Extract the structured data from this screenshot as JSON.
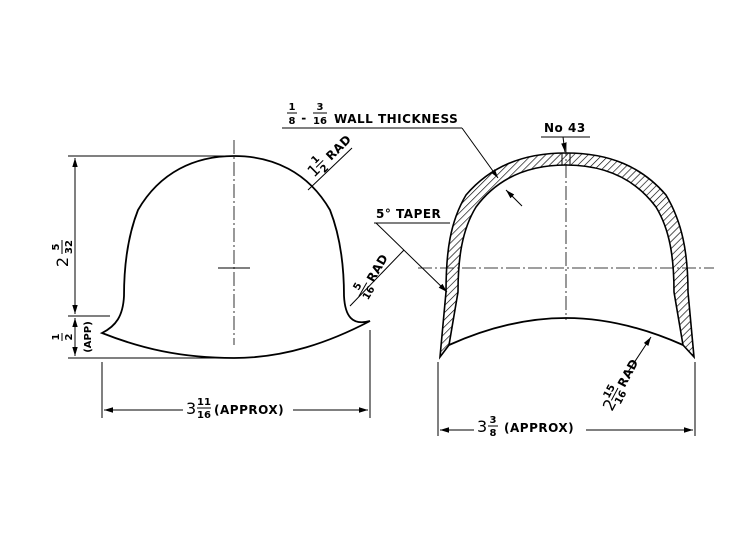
{
  "left_view": {
    "radius_top": {
      "whole": "1",
      "num": "1",
      "den": "2",
      "unit": "RAD"
    },
    "radius_flare": {
      "num": "5",
      "den": "16",
      "unit": "RAD"
    },
    "height": {
      "whole": "2",
      "num": "5",
      "den": "32"
    },
    "brim": {
      "num": "1",
      "den": "2",
      "note": "(APP)"
    },
    "width": {
      "whole": "3",
      "num": "11",
      "den": "16",
      "note": "(APPROX)"
    }
  },
  "right_view": {
    "wall_thickness": {
      "a_num": "1",
      "a_den": "8",
      "sep": "-",
      "b_num": "3",
      "b_den": "16",
      "text": "WALL THICKNESS"
    },
    "hole": "No 43",
    "taper": "5° TAPER",
    "radius_rim": {
      "whole": "2",
      "num": "15",
      "den": "16",
      "unit": "RAD"
    },
    "width": {
      "whole": "3",
      "num": "3",
      "den": "8",
      "note": "(APPROX)"
    }
  }
}
